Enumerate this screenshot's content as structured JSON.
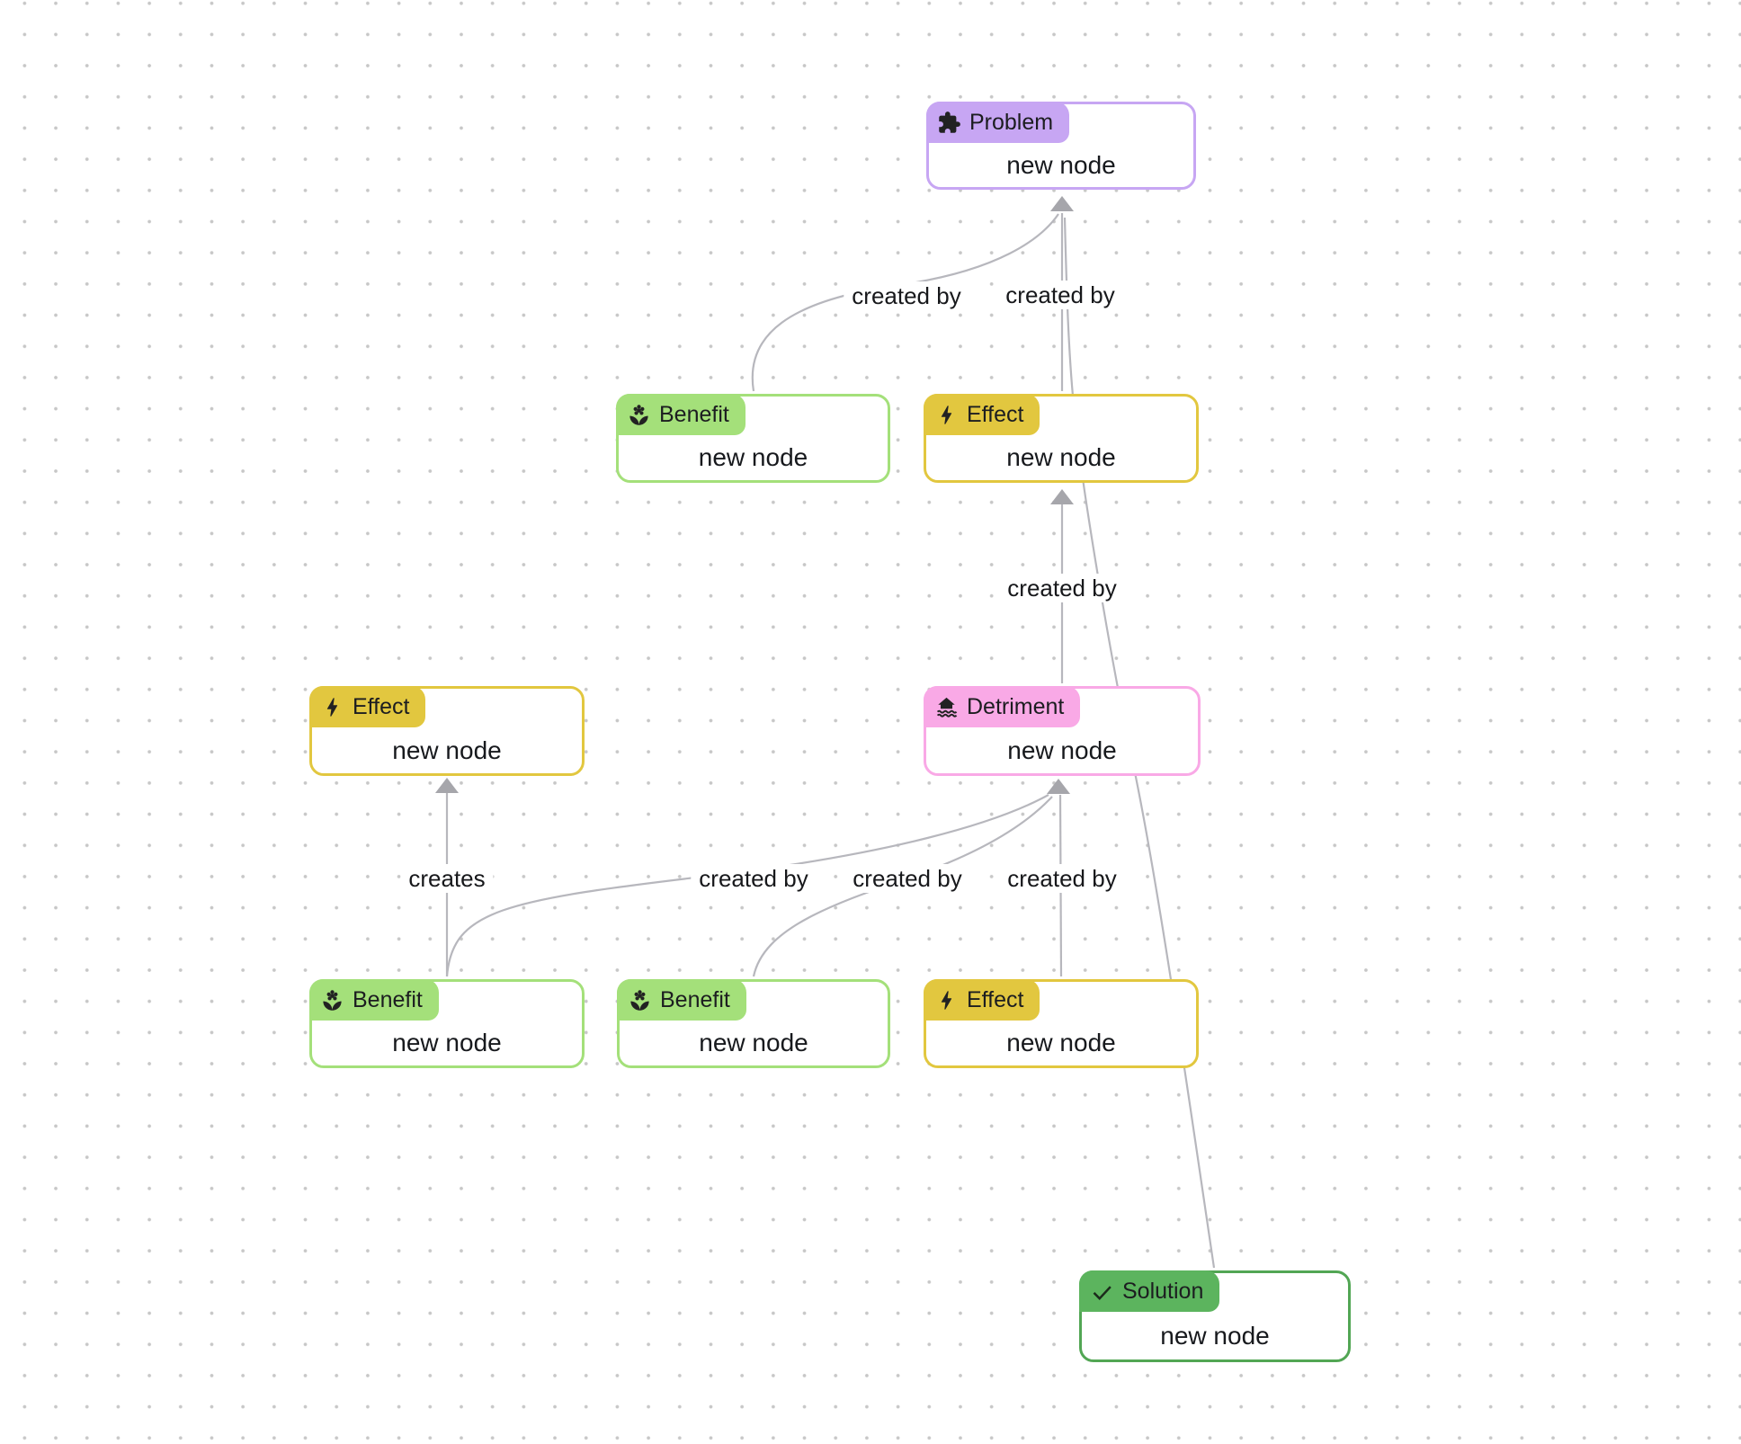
{
  "canvas": {
    "background": "#ffffff"
  },
  "palette": {
    "dot": "#c7c7c7",
    "edge": "#b7b7bd",
    "arrow": "#a6a6ab",
    "label_text": "#17181b",
    "node_text": "#17191d",
    "problem_accent": "#c7a6f3",
    "benefit_accent": "#a4e07a",
    "effect_accent": "#e2c73f",
    "detriment_accent": "#f9a9e6",
    "solution_tab": "#5cb45e",
    "solution_border": "#52a654"
  },
  "nodes": [
    {
      "type": "Problem",
      "label": "Problem",
      "icon": "puzzle-icon",
      "title": "new node"
    },
    {
      "type": "Benefit",
      "label": "Benefit",
      "icon": "flower-icon",
      "title": "new node"
    },
    {
      "type": "Effect",
      "label": "Effect",
      "icon": "bolt-icon",
      "title": "new node"
    },
    {
      "type": "Effect",
      "label": "Effect",
      "icon": "bolt-icon",
      "title": "new node"
    },
    {
      "type": "Detriment",
      "label": "Detriment",
      "icon": "flood-icon",
      "title": "new node"
    },
    {
      "type": "Benefit",
      "label": "Benefit",
      "icon": "flower-icon",
      "title": "new node"
    },
    {
      "type": "Benefit",
      "label": "Benefit",
      "icon": "flower-icon",
      "title": "new node"
    },
    {
      "type": "Effect",
      "label": "Effect",
      "icon": "bolt-icon",
      "title": "new node"
    },
    {
      "type": "Solution",
      "label": "Solution",
      "icon": "check-icon",
      "title": "new node"
    }
  ],
  "edges": [
    {
      "from": "Benefit (mid row)",
      "to": "Problem",
      "label": "created by"
    },
    {
      "from": "Effect (mid row)",
      "to": "Problem",
      "label": "created by"
    },
    {
      "from": "Detriment",
      "to": "Effect (mid)",
      "label": "created by"
    },
    {
      "from": "Solution",
      "to": "Problem"
    },
    {
      "from": "Benefit (bottom left)",
      "to": "Effect (left)",
      "label": "creates"
    },
    {
      "from": "Benefit (bottom left)",
      "to": "Detriment",
      "label": "created by"
    },
    {
      "from": "Benefit (bottom mid)",
      "to": "Detriment",
      "label": "created by"
    },
    {
      "from": "Effect (bottom)",
      "to": "Detriment",
      "label": "created by"
    }
  ]
}
